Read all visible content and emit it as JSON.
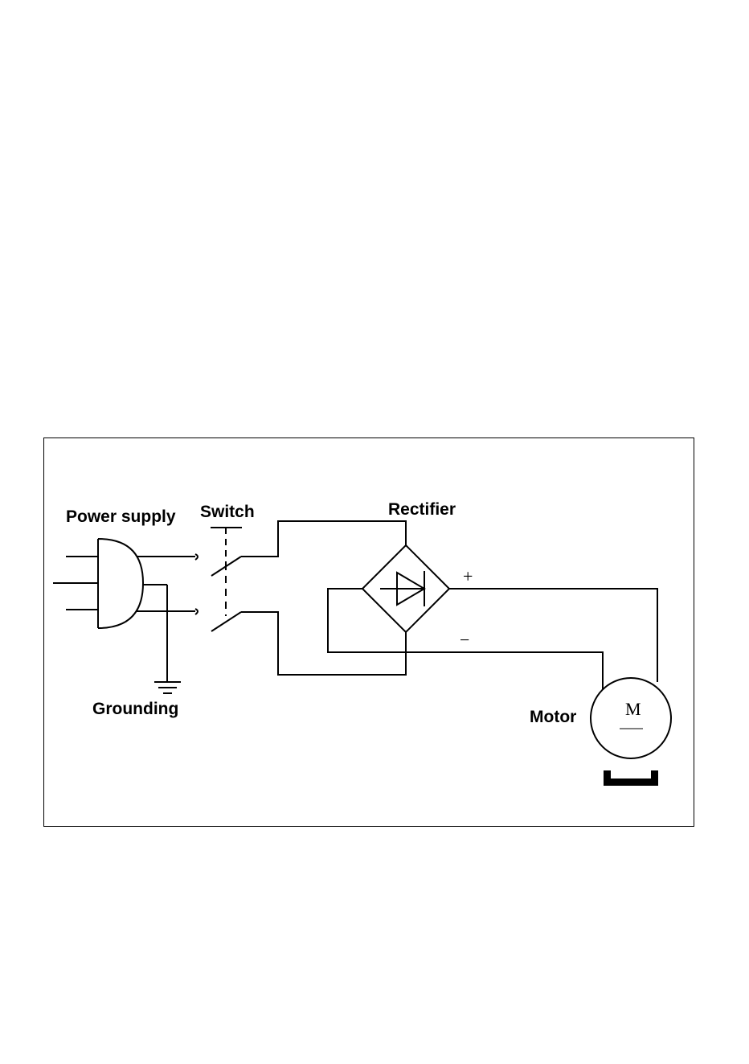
{
  "labels": {
    "power_supply": "Power supply",
    "switch": "Switch",
    "rectifier": "Rectifier",
    "grounding": "Grounding",
    "motor": "Motor",
    "plus_sign": "+",
    "minus_sign": "−",
    "motor_symbol": "M"
  },
  "colors": {
    "stroke": "#000000",
    "background": "#ffffff"
  },
  "icons": [
    "plug-icon",
    "ground-icon",
    "switch-icon",
    "diode-bridge-icon",
    "motor-icon",
    "motor-base-icon"
  ]
}
